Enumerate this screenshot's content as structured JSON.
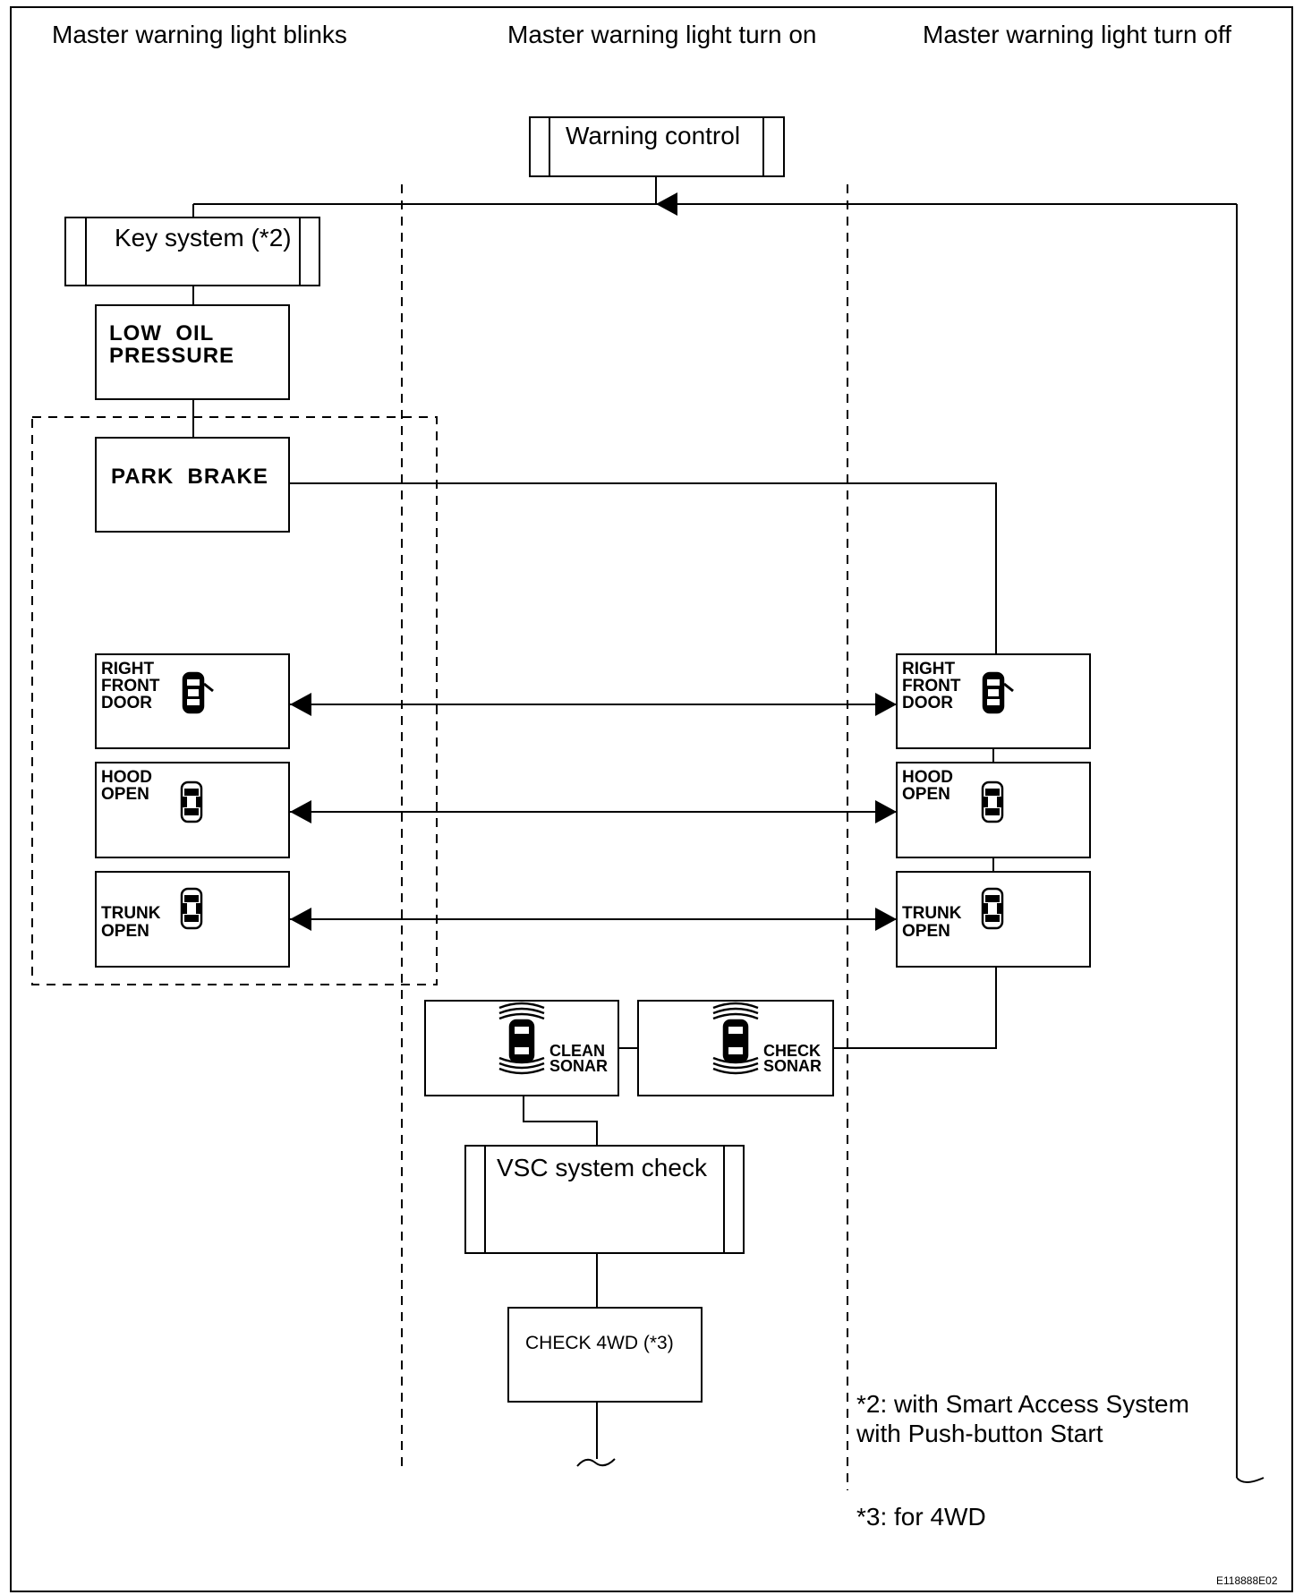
{
  "columns": {
    "blinks": "Master warning light blinks",
    "turn_on": "Master warning light turn on",
    "turn_off": "Master warning light turn off"
  },
  "boxes": {
    "warning_control": "Warning control",
    "key_system": "Key system (*2)",
    "low_oil": [
      "LOW  OIL",
      "PRESSURE"
    ],
    "park_brake": "PARK  BRAKE",
    "right_front_door": [
      "RIGHT",
      "FRONT",
      "DOOR"
    ],
    "hood_open": [
      "HOOD",
      "OPEN"
    ],
    "trunk_open": [
      "TRUNK",
      "OPEN"
    ],
    "clean_sonar": [
      "CLEAN",
      "SONAR"
    ],
    "check_sonar": [
      "CHECK",
      "SONAR"
    ],
    "vsc_system_check": "VSC system check",
    "check_4wd": "CHECK 4WD (*3)"
  },
  "notes": {
    "note2_line1": "*2: with Smart Access System",
    "note2_line2": "with Push-button Start",
    "note3": "*3: for 4WD"
  },
  "figure_id": "E118888E02"
}
